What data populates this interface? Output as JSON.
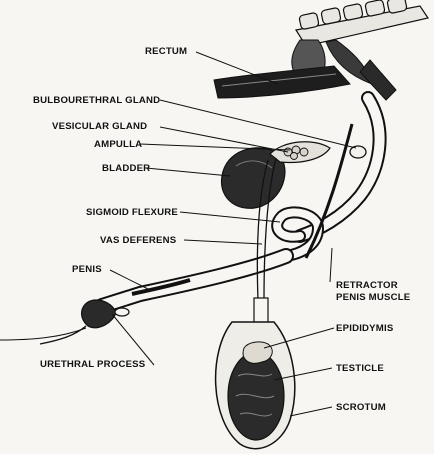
{
  "diagram": {
    "labels": {
      "rectum": "RECTUM",
      "bulbourethral_gland": "BULBOURETHRAL GLAND",
      "vesicular_gland": "VESICULAR GLAND",
      "ampulla": "AMPULLA",
      "bladder": "BLADDER",
      "sigmoid_flexure": "SIGMOID FLEXURE",
      "vas_deferens": "VAS DEFERENS",
      "penis": "PENIS",
      "retractor_penis_muscle_line1": "RETRACTOR",
      "retractor_penis_muscle_line2": "PENIS MUSCLE",
      "epididymis": "EPIDIDYMIS",
      "urethral_process": "URETHRAL  PROCESS",
      "testicle": "TESTICLE",
      "scrotum": "SCROTUM"
    },
    "colors": {
      "ink": "#111111",
      "paper": "#f7f6f3",
      "shade": "#2a2a2a"
    }
  }
}
